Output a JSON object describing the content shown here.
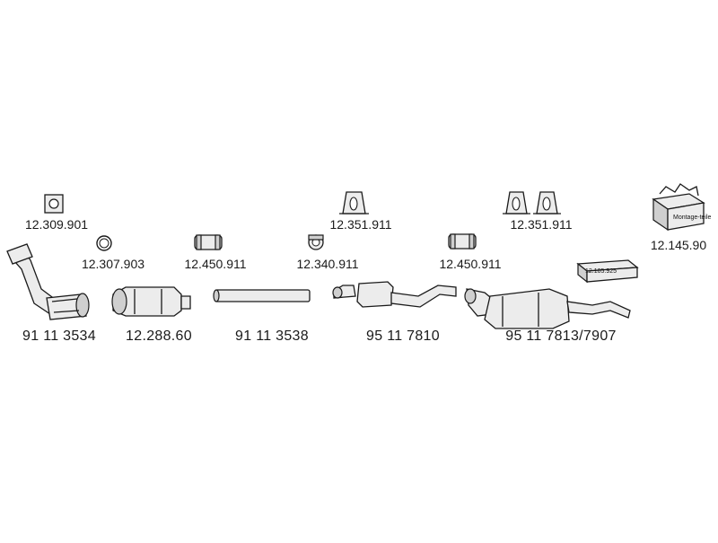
{
  "parts": {
    "p1": "12.309.901",
    "p2": "12.307.903",
    "p3": "12.450.911",
    "p4": "12.351.911",
    "p5": "12.340.911",
    "p6": "12.450.911",
    "p7": "12.351.911",
    "p8": "12.145.90",
    "p9": "91 11 3534",
    "p10": "12.288.60",
    "p11": "91 11 3538",
    "p12": "95 11 7810",
    "p13": "95 11 7813/7907"
  },
  "box_labels": {
    "small_box": "12.105.925",
    "mounting_box": "Montage-teile"
  }
}
